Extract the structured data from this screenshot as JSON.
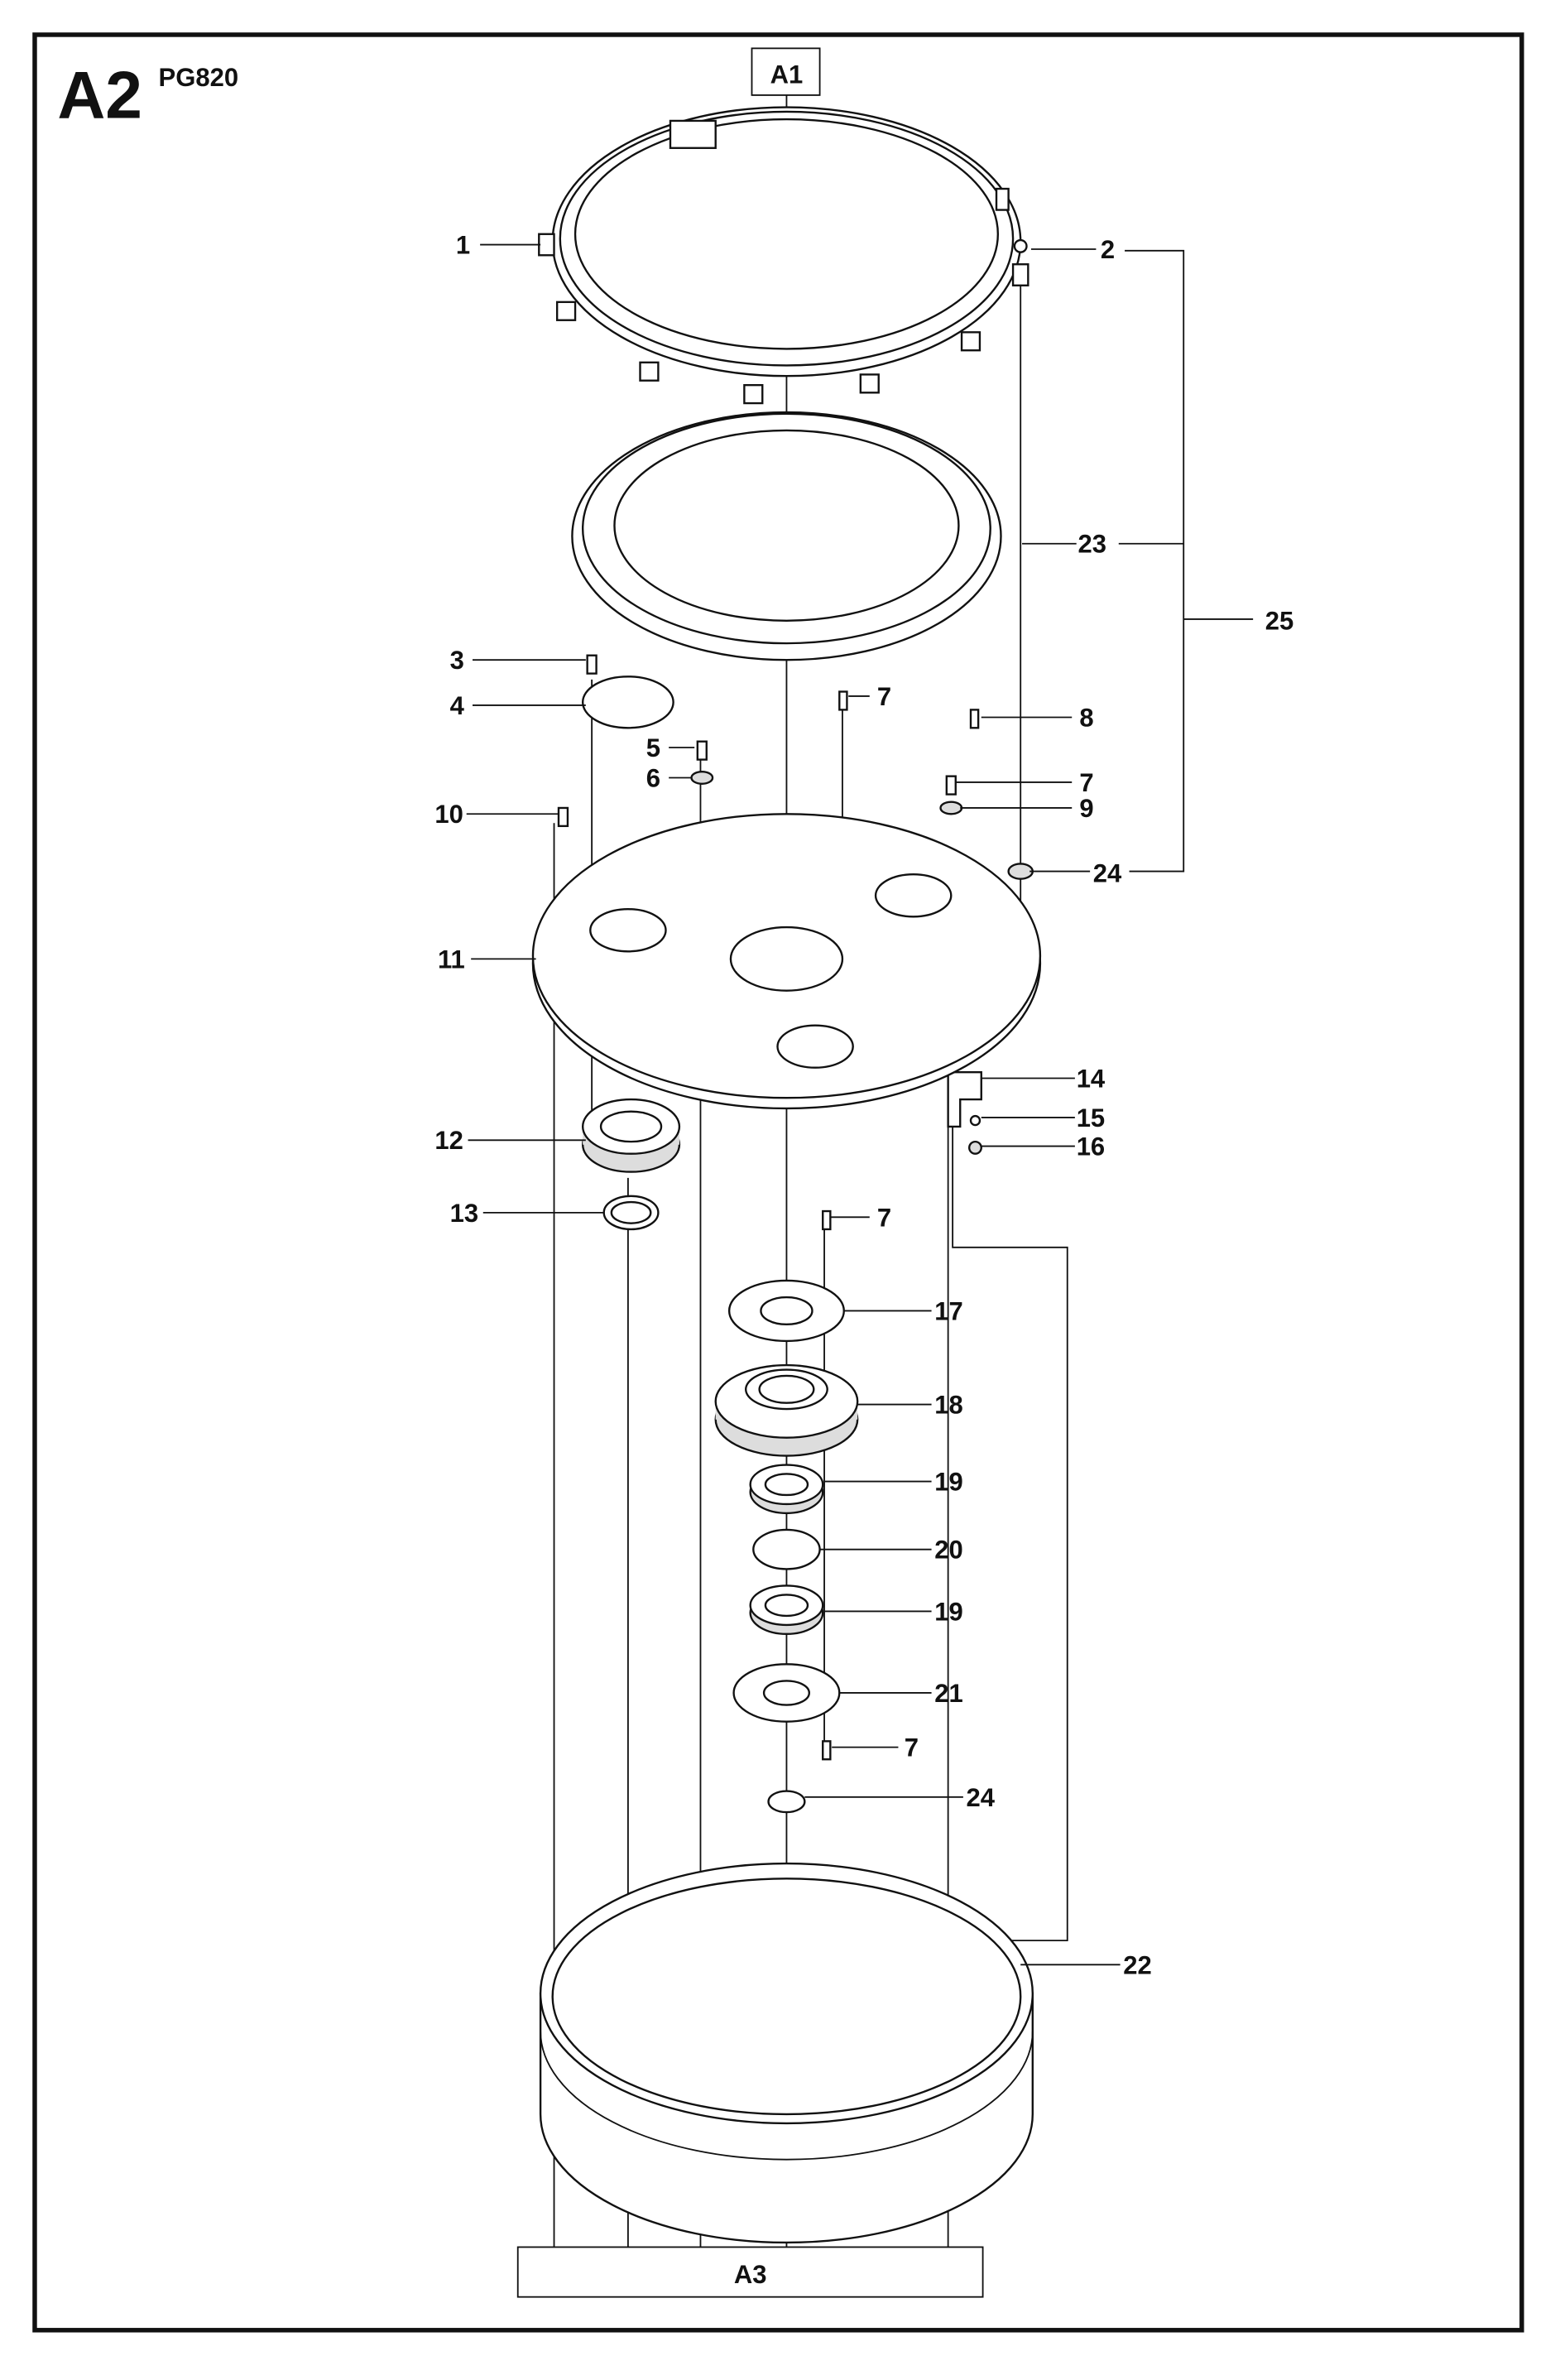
{
  "header": {
    "section": "A2",
    "model": "PG820"
  },
  "refs": {
    "top": "A1",
    "bottom": "A3"
  },
  "callouts": [
    "1",
    "2",
    "23",
    "25",
    "3",
    "4",
    "5",
    "6",
    "7",
    "8",
    "7",
    "9",
    "10",
    "24",
    "11",
    "14",
    "15",
    "16",
    "12",
    "13",
    "7",
    "17",
    "18",
    "19",
    "20",
    "19",
    "21",
    "7",
    "24",
    "22"
  ]
}
